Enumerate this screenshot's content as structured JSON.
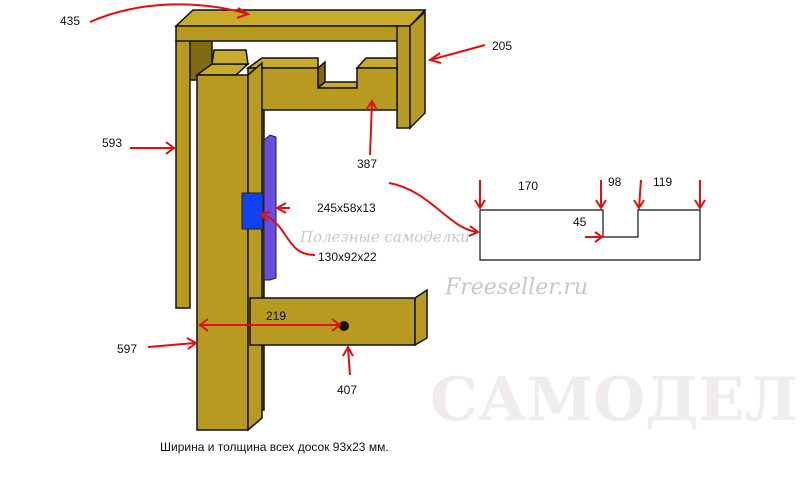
{
  "labels": {
    "top_beam": "435",
    "top_post": "205",
    "back_post": "593",
    "arm": "387",
    "plate": "245x58x13",
    "block": "130x92x22",
    "front_post": "597",
    "distance": "219",
    "lower_arm": "407",
    "profile_left": "170",
    "profile_notch": "98",
    "profile_right": "119",
    "profile_depth": "45"
  },
  "caption": "Ширина и толщина всех досок 93x23 мм.",
  "watermarks": {
    "line1": "Полезные самоделки",
    "line2": "Freeseller.ru",
    "big": "САМОДЕЛКИ"
  },
  "colors": {
    "wood": "#b79a1f",
    "plate": "#6a4de0",
    "block": "#1040f0",
    "arrow": "#e01010"
  }
}
